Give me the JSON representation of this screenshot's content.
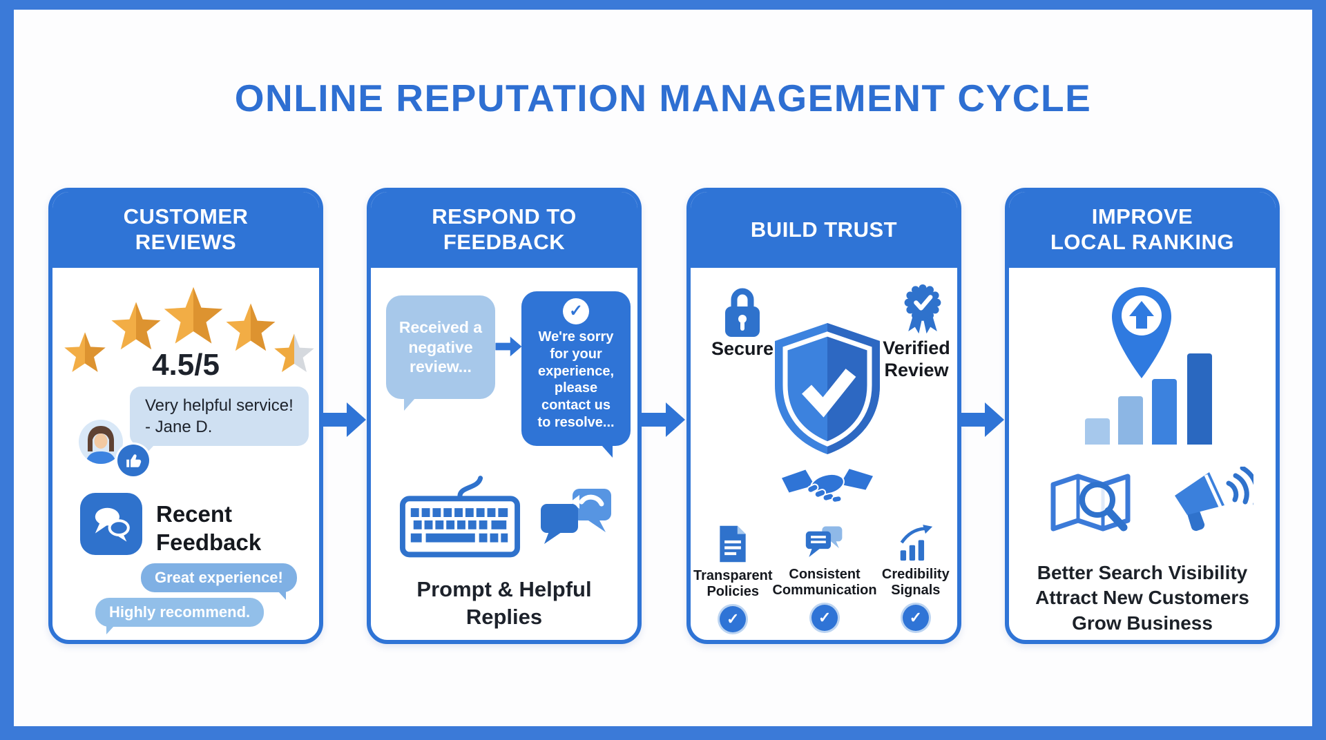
{
  "title": "ONLINE REPUTATION MANAGEMENT CYCLE",
  "glyphs": {
    "check": "✓"
  },
  "colors": {
    "primary_blue": "#2f74d6",
    "title_blue": "#2e6fd2",
    "frame_blue": "#3b7ad8",
    "light_bubble": "#cfe0f2",
    "medium_bubble": "#7fb0e4",
    "soft_bubble": "#92bfe9",
    "negative_bubble": "#a7c8ea",
    "star_gold": "#efa93f",
    "star_gold_dark": "#dd9330",
    "star_gray": "#d5d9de",
    "text_dark": "#1d222b",
    "bar_colors": [
      "#a6c8ec",
      "#8cb6e4",
      "#3c82de",
      "#2a68c0"
    ]
  },
  "chart_data": {
    "type": "bar",
    "title": "Local ranking growth (decorative)",
    "categories": [
      "1",
      "2",
      "3",
      "4"
    ],
    "values": [
      38,
      70,
      95,
      132
    ]
  },
  "cards": [
    {
      "header": "CUSTOMER\nREVIEWS",
      "rating": "4.5/5",
      "stars_filled": 4.5,
      "stars_total": 5,
      "review_bubble": "Very helpful service!\n- Jane D.",
      "recent_feedback_label": "Recent\nFeedback",
      "bubble1": "Great experience!",
      "bubble2": "Highly recommend.",
      "icons": [
        "star-icon",
        "avatar",
        "thumbs-up-icon",
        "chat-bubbles-icon"
      ]
    },
    {
      "header": "RESPOND TO\nFEEDBACK",
      "negative_bubble": "Received a\nnegative\nreview...",
      "reply_bubble": "We're sorry\nfor your\nexperience,\nplease\ncontact us\nto resolve...",
      "caption": "Prompt & Helpful\nReplies",
      "icons": [
        "check-circle-icon",
        "arrow-right-icon",
        "keyboard-icon",
        "chat-reply-icon"
      ]
    },
    {
      "header": "BUILD TRUST",
      "secure_label": "Secure",
      "verified_label": "Verified\nReview",
      "items": [
        {
          "label": "Transparent\nPolicies"
        },
        {
          "label": "Consistent\nCommunication"
        },
        {
          "label": "Credibility\nSignals"
        }
      ],
      "icons": [
        "lock-icon",
        "shield-check-icon",
        "verified-badge-icon",
        "handshake-icon",
        "document-icon",
        "chat-icon",
        "growth-chart-icon",
        "check-circle-icon"
      ]
    },
    {
      "header": "IMPROVE\nLOCAL RANKING",
      "caption": "Better Search Visibility\nAttract New Customers\nGrow Business",
      "icons": [
        "location-pin-up-icon",
        "bar-chart-icon",
        "map-search-icon",
        "megaphone-icon"
      ]
    }
  ]
}
